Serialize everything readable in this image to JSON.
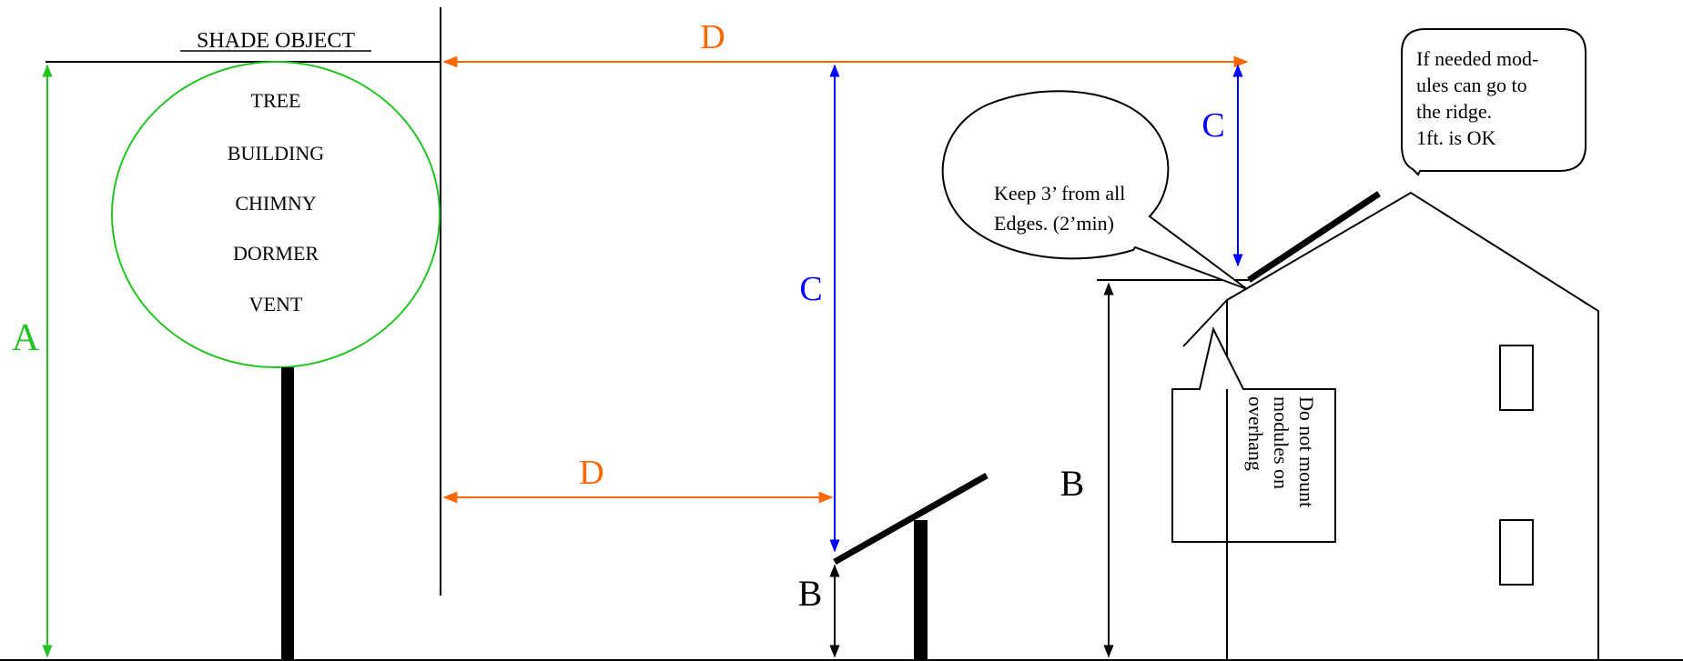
{
  "diagram": {
    "shade_object": {
      "title": "SHADE OBJECT",
      "items": [
        "TREE",
        "BUILDING",
        "CHIMNY",
        "DORMER",
        "VENT"
      ]
    },
    "dimension_labels": {
      "a": "A",
      "b_low": "B",
      "b_house": "B",
      "c_main": "C",
      "c_ridge": "C",
      "d_top": "D",
      "d_bottom": "D"
    },
    "callouts": {
      "keep_edges": {
        "line1": "Keep 3’ from all",
        "line2": "Edges. (2’min)"
      },
      "ridge": {
        "line1": "If needed mod-",
        "line2": "ules can go to",
        "line3": "the ridge.",
        "line4": "1ft. is OK"
      },
      "overhang": {
        "line1": "Do not mount",
        "line2": "modules on",
        "line3": "overhang"
      }
    },
    "colors": {
      "green": "#22c422",
      "orange": "#ff6600",
      "blue": "#0000ff",
      "black": "#000000"
    }
  }
}
